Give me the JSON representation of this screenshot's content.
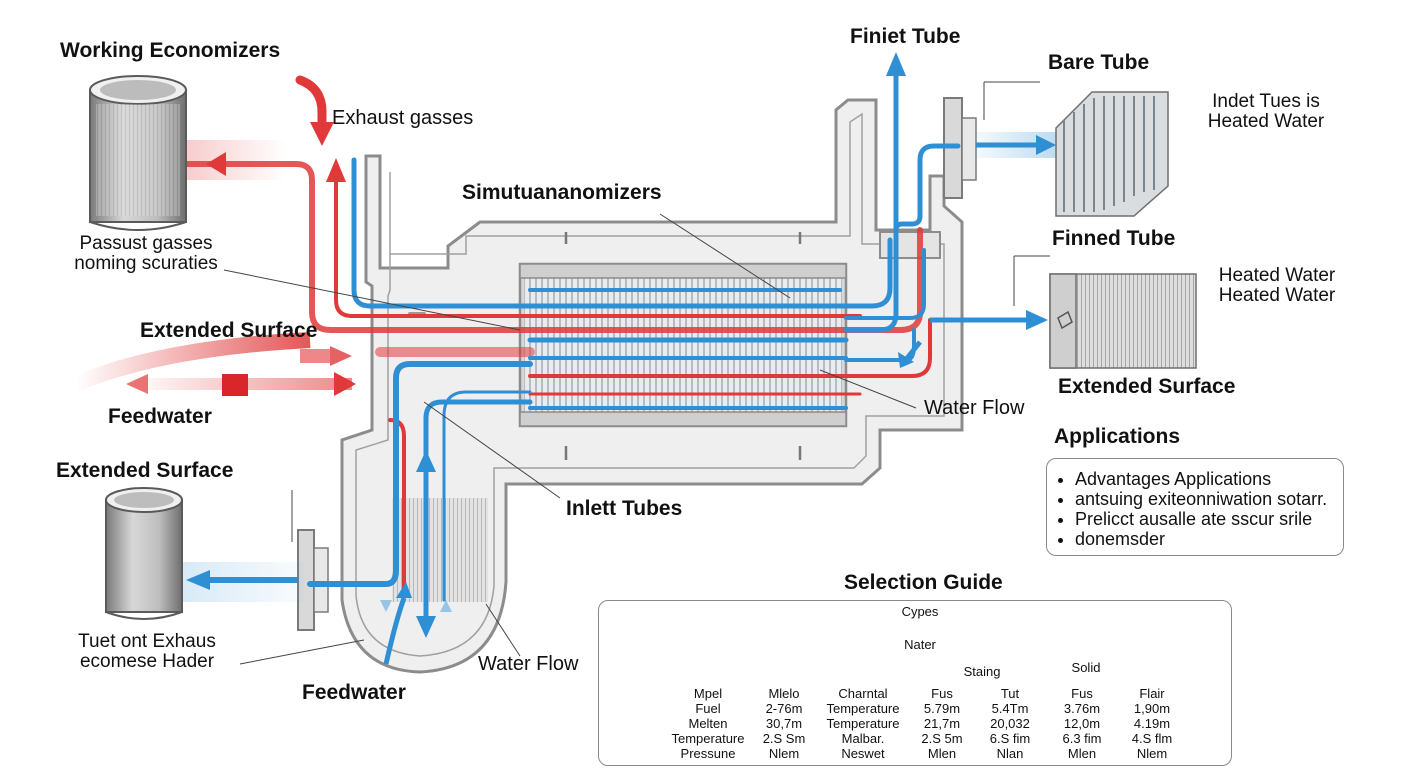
{
  "colors": {
    "hot": "#e0393a",
    "cold": "#2f8fd4",
    "metal": "#8c8c8c",
    "metal_fill": "#ececec"
  },
  "labels": {
    "working_economizers": "Working Economizers",
    "exhaust_gasses": "Exhaust gasses",
    "passust_line1": "Passust gasses",
    "passust_line2": "noming scuraties",
    "extended_surface_left": "Extended Surface",
    "feedwater_left": "Feedwater",
    "extended_surface_left2": "Extended Surface",
    "tuet_line1": "Tuet ont Exhaus",
    "tuet_line2": "ecomese Hader",
    "feedwater_bottom": "Feedwater",
    "simutuanomizers": "Simutuananomizers",
    "finiet_tube": "Finiet Tube",
    "bare_tube": "Bare Tube",
    "indet_line1": "Indet Tues is",
    "indet_line2": "Heated Water",
    "finned_tube": "Finned Tube",
    "heated_water_1": "Heated Water",
    "heated_water_2": "Heated Water",
    "extended_surface_right": "Extended Surface",
    "water_flow_mid": "Water Flow",
    "inlet_tubes": "Inlett Tubes",
    "water_flow_bottom": "Water Flow",
    "applications": "Applications",
    "selection_guide": "Selection Guide"
  },
  "applications_list": [
    "Advantages Applications",
    "antsuing exiteonniwation sotarr.",
    "Prelicct ausalle ate sscur srile",
    "donemsder"
  ],
  "selection_guide": {
    "root": "Cypes",
    "level2": "Nater",
    "branch_staing": "Staing",
    "branch_solid": "Solid",
    "columns": [
      [
        "Mpel",
        "Fuel",
        "Melten",
        "Temperature",
        "Pressune"
      ],
      [
        "Mlelo",
        "2-76m",
        "30,7m",
        "2.S Sm",
        "Nlem"
      ],
      [
        "Charntal",
        "Temperature",
        "Temperature",
        "Malbar.",
        "Neswet"
      ],
      [
        "Fus",
        "5.79m",
        "21,7m",
        "2.S 5m",
        "Mlen"
      ],
      [
        "Tut",
        "5.4Tm",
        "20,032",
        "6.S fim",
        "Nlan"
      ],
      [
        "Fus",
        "3.76m",
        "12,0m",
        "6.3 fim",
        "Mlen"
      ],
      [
        "Flair",
        "1,90m",
        "4.19m",
        "4.S flm",
        "Nlem"
      ]
    ]
  }
}
